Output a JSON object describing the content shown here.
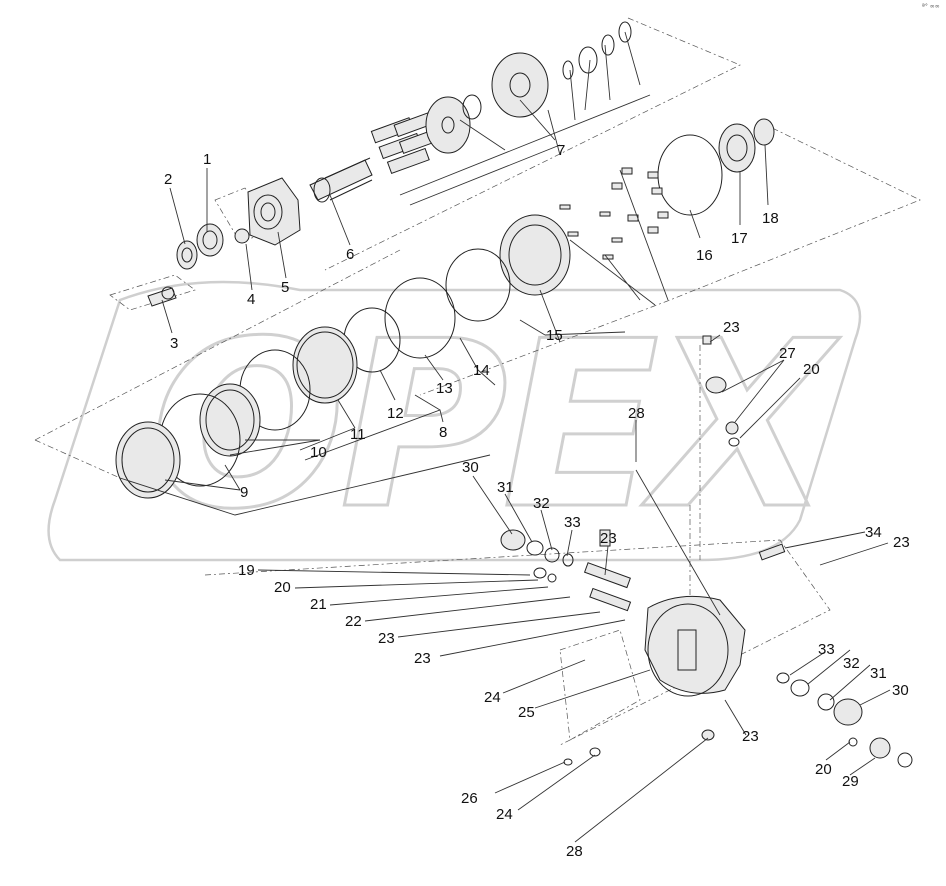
{
  "watermark": "OPEX",
  "corner_mark": "ª° ∞∞",
  "callouts": [
    {
      "id": "c1",
      "text": "1"
    },
    {
      "id": "c2",
      "text": "2"
    },
    {
      "id": "c3",
      "text": "3"
    },
    {
      "id": "c4",
      "text": "4"
    },
    {
      "id": "c5",
      "text": "5"
    },
    {
      "id": "c6",
      "text": "6"
    },
    {
      "id": "c7",
      "text": "7"
    },
    {
      "id": "c8",
      "text": "8"
    },
    {
      "id": "c9",
      "text": "9"
    },
    {
      "id": "c10",
      "text": "10"
    },
    {
      "id": "c11",
      "text": "11"
    },
    {
      "id": "c12",
      "text": "12"
    },
    {
      "id": "c13",
      "text": "13"
    },
    {
      "id": "c14",
      "text": "14"
    },
    {
      "id": "c15",
      "text": "15"
    },
    {
      "id": "c16",
      "text": "16"
    },
    {
      "id": "c17",
      "text": "17"
    },
    {
      "id": "c18",
      "text": "18"
    },
    {
      "id": "c19",
      "text": "19"
    },
    {
      "id": "c20a",
      "text": "20"
    },
    {
      "id": "c20b",
      "text": "20"
    },
    {
      "id": "c20c",
      "text": "20"
    },
    {
      "id": "c21",
      "text": "21"
    },
    {
      "id": "c22",
      "text": "22"
    },
    {
      "id": "c23a",
      "text": "23"
    },
    {
      "id": "c23b",
      "text": "23"
    },
    {
      "id": "c23c",
      "text": "23"
    },
    {
      "id": "c23d",
      "text": "23"
    },
    {
      "id": "c23e",
      "text": "23"
    },
    {
      "id": "c23f",
      "text": "23"
    },
    {
      "id": "c24a",
      "text": "24"
    },
    {
      "id": "c24b",
      "text": "24"
    },
    {
      "id": "c25",
      "text": "25"
    },
    {
      "id": "c26",
      "text": "26"
    },
    {
      "id": "c27",
      "text": "27"
    },
    {
      "id": "c28a",
      "text": "28"
    },
    {
      "id": "c28b",
      "text": "28"
    },
    {
      "id": "c29",
      "text": "29"
    },
    {
      "id": "c30a",
      "text": "30"
    },
    {
      "id": "c30b",
      "text": "30"
    },
    {
      "id": "c31a",
      "text": "31"
    },
    {
      "id": "c31b",
      "text": "31"
    },
    {
      "id": "c32a",
      "text": "32"
    },
    {
      "id": "c32b",
      "text": "32"
    },
    {
      "id": "c33a",
      "text": "33"
    },
    {
      "id": "c33b",
      "text": "33"
    },
    {
      "id": "c34",
      "text": "34"
    }
  ]
}
